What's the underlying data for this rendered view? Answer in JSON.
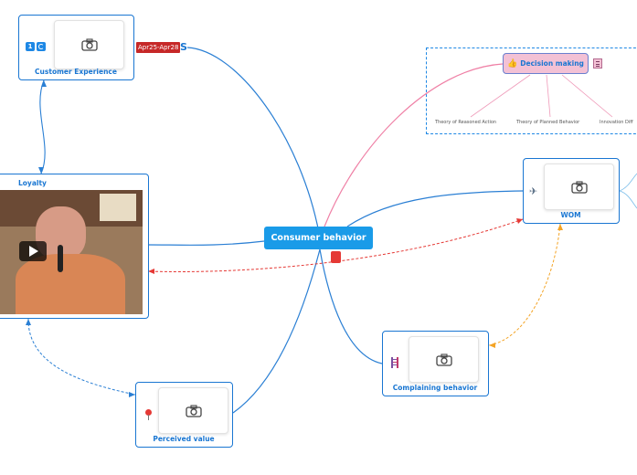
{
  "central": {
    "label": "Consumer behavior"
  },
  "nodes": {
    "customer_experience": {
      "label": "Customer Experience",
      "badge_number": "1"
    },
    "loyalty": {
      "label": "Loyalty"
    },
    "wom": {
      "label": "WOM"
    },
    "complaining": {
      "label": "Complaining behavior"
    },
    "perceived_value": {
      "label": "Perceived value"
    },
    "decision": {
      "label": "Decision making",
      "subtopics": [
        "Theory of Reasoned Action",
        "Theory of Planned Behavior",
        "Innovation Diff"
      ]
    }
  },
  "date_tag": "Apr25-Apr28",
  "icons": {
    "camera": "camera-icon",
    "play": "play-icon",
    "airplane": "airplane-icon",
    "dna": "dna-icon",
    "pin": "pin-icon",
    "thumbs": "thumbs-up-icon",
    "notes": "notes-icon",
    "link": "link-icon",
    "flag": "flag-icon"
  },
  "colors": {
    "central": "#1a9be8",
    "node_border": "#1976d2",
    "decision_fill": "#f3c1d5",
    "decision_frame": "#1e88e5",
    "pink_link": "#ef7fa5",
    "orange_link": "#f4a425",
    "red_link": "#e53935",
    "date_tag": "#c62828"
  }
}
